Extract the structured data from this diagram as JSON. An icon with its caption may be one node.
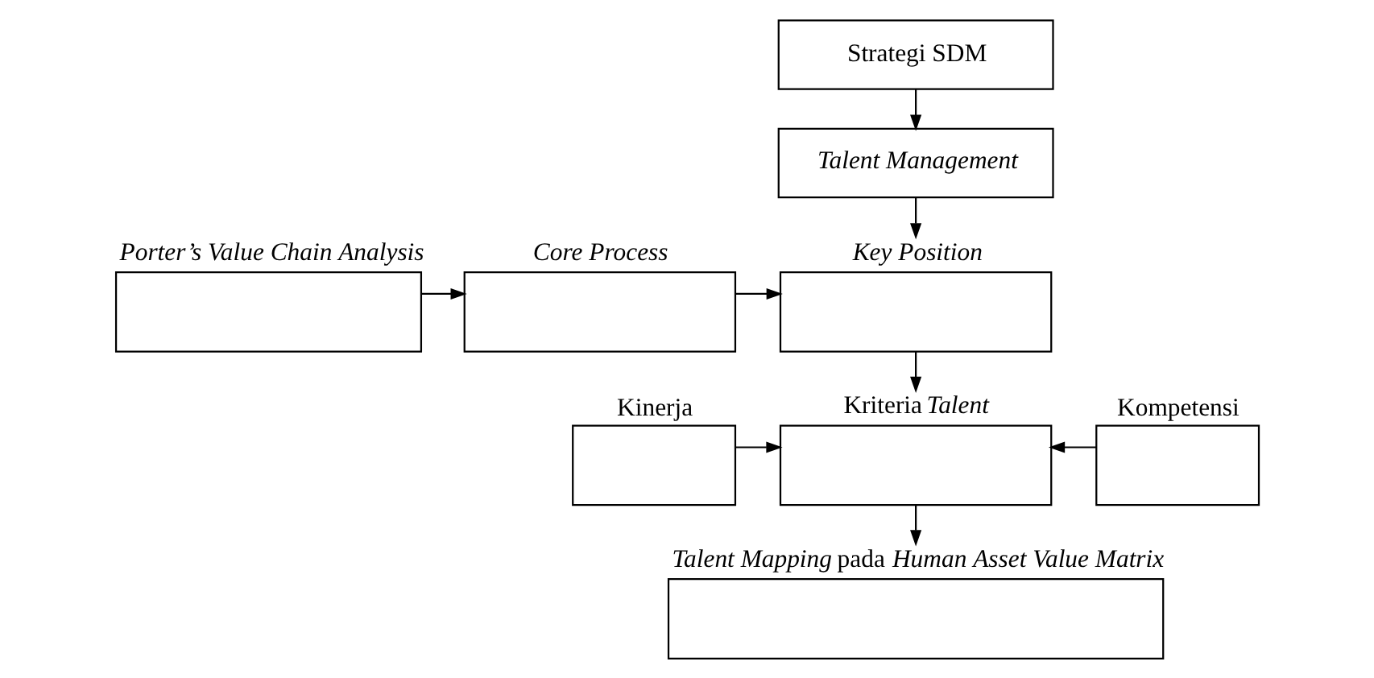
{
  "diagram": {
    "nodes": [
      {
        "text": [
          "Strategi SDM"
        ]
      },
      {
        "text": [
          "Talent Management"
        ]
      },
      {
        "text": [
          "Key Position"
        ]
      },
      {
        "text": [
          "Porter’s Value Chain Analysis"
        ]
      },
      {
        "text": [
          "Core Process"
        ]
      },
      {
        "text": [
          "Kinerja"
        ]
      },
      {
        "text": [
          "Kriteria *Talent*"
        ]
      },
      {
        "text": [
          "Kompetensi"
        ]
      },
      {
        "text": [
          "*Talent Mapping* pada *Human Asset Value Matrix*"
        ]
      }
    ],
    "edges": [
      {
        "from": 0,
        "to": 1,
        "arrow": "to"
      },
      {
        "from": 1,
        "to": 2,
        "arrow": "to"
      },
      {
        "from": 3,
        "to": 4,
        "arrow": "to"
      },
      {
        "from": 4,
        "to": 2,
        "arrow": "to"
      },
      {
        "from": 2,
        "to": 6,
        "arrow": "to"
      },
      {
        "from": 5,
        "to": 6,
        "arrow": "to"
      },
      {
        "from": 7,
        "to": 6,
        "arrow": "to"
      },
      {
        "from": 6,
        "to": 8,
        "arrow": "to"
      }
    ]
  }
}
